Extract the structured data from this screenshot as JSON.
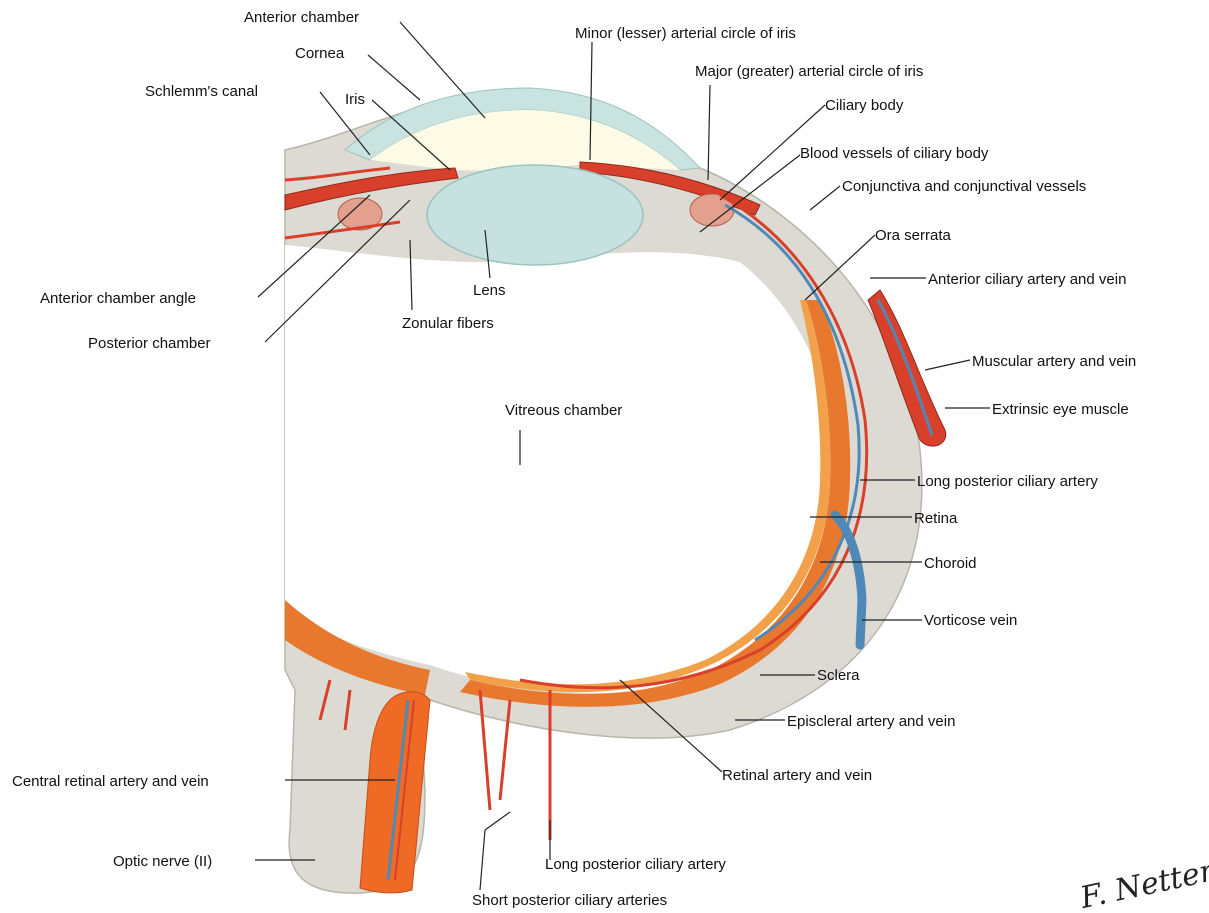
{
  "labels": {
    "anterior_chamber": "Anterior chamber",
    "cornea": "Cornea",
    "schlemms_canal": "Schlemm's canal",
    "iris": "Iris",
    "minor_arterial_circle": "Minor (lesser) arterial circle of iris",
    "major_arterial_circle": "Major (greater) arterial circle of iris",
    "ciliary_body": "Ciliary body",
    "blood_vessels_ciliary_body": "Blood vessels of ciliary body",
    "conjunctiva": "Conjunctiva and conjunctival vessels",
    "ora_serrata": "Ora serrata",
    "anterior_ciliary": "Anterior ciliary artery and vein",
    "muscular_artery": "Muscular artery and vein",
    "extrinsic_muscle": "Extrinsic eye muscle",
    "long_posterior_ciliary_right": "Long posterior ciliary artery",
    "retina": "Retina",
    "choroid": "Choroid",
    "vorticose_vein": "Vorticose vein",
    "sclera": "Sclera",
    "episcleral": "Episcleral artery and vein",
    "retinal_artery": "Retinal artery and vein",
    "central_retinal": "Central retinal artery and vein",
    "optic_nerve": "Optic nerve (II)",
    "short_posterior": "Short posterior ciliary arteries",
    "long_posterior_ciliary_bottom": "Long posterior ciliary artery",
    "anterior_chamber_angle": "Anterior chamber angle",
    "posterior_chamber": "Posterior chamber",
    "lens": "Lens",
    "zonular_fibers": "Zonular fibers",
    "vitreous_chamber": "Vitreous chamber"
  },
  "signature": "F. Netter",
  "colors": {
    "sclera": "#dcdad2",
    "cornea": "#c9e3e1",
    "anterior_chamber_fill": "#fdfbe6",
    "lens": "#c6e1df",
    "choroid": "#e8782e",
    "retina": "#f2a04a",
    "artery": "#d9402b",
    "vein": "#4f89b8",
    "optic_nerve": "#ef6a24"
  }
}
